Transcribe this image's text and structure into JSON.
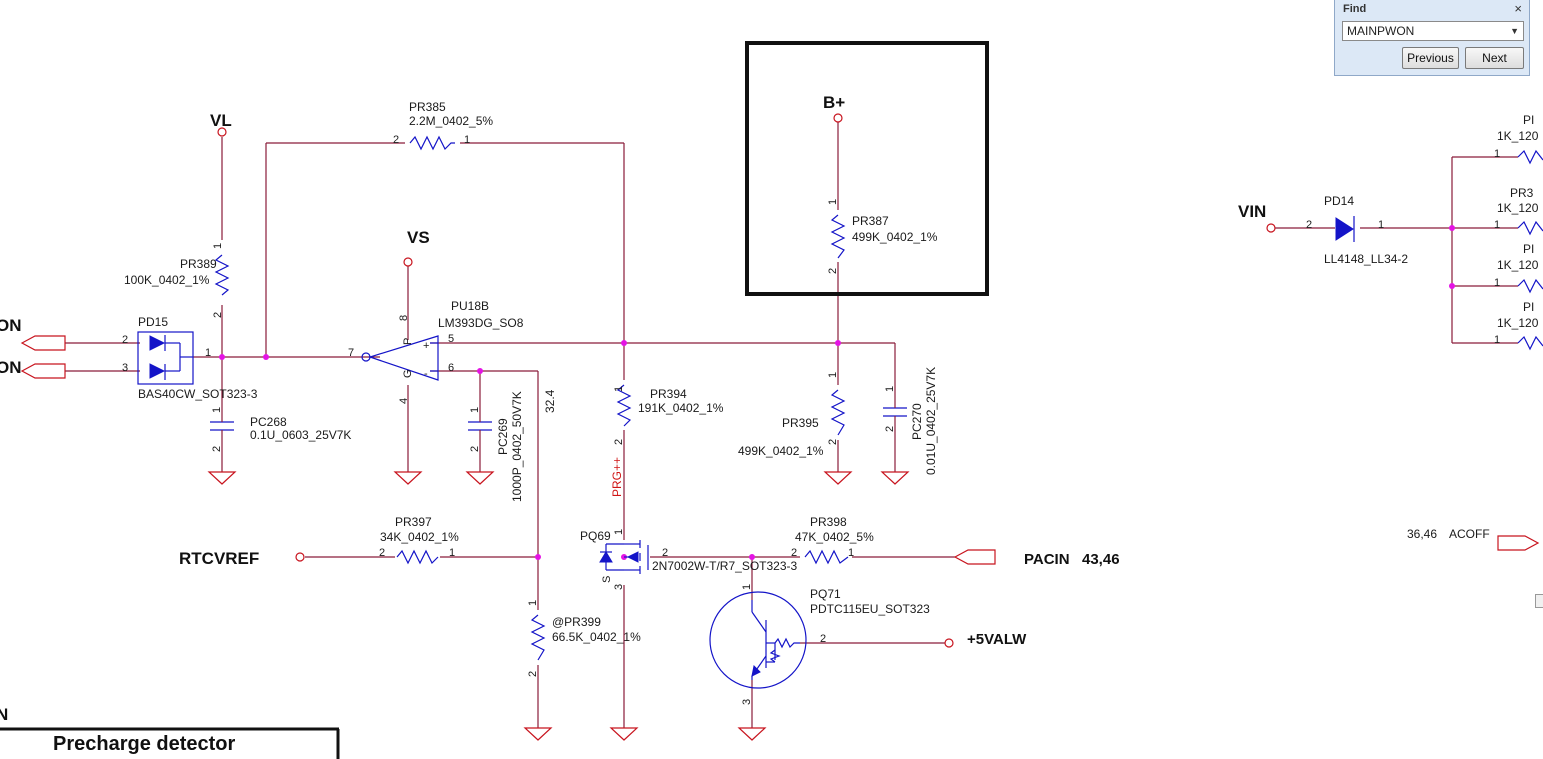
{
  "find": {
    "title": "Find",
    "close": "×",
    "query": "MAINPWON",
    "previous": "Previous",
    "next": "Next"
  },
  "nets": {
    "vl": "VL",
    "vs": "VS",
    "bplus": "B+",
    "vin": "VIN",
    "rtcvref": "RTCVREF",
    "pacin": "PACIN",
    "pacin_ref": "43,46",
    "valw": "+5VALW",
    "acoff": "ACOFF",
    "acoff_ref": "36,46",
    "left_net1": "ON",
    "left_net2": "ON",
    "left_net3": "N",
    "prg": "PRG++",
    "node_32": "32.4"
  },
  "title_block": {
    "label": "Precharge detector"
  },
  "parts": {
    "pr385": {
      "ref": "PR385",
      "value": "2.2M_0402_5%"
    },
    "pr387": {
      "ref": "PR387",
      "value": "499K_0402_1%"
    },
    "pr389": {
      "ref": "PR389",
      "value": "100K_0402_1%"
    },
    "pd15": {
      "ref": "PD15",
      "value": "BAS40CW_SOT323-3"
    },
    "pc268": {
      "ref": "PC268",
      "value": "0.1U_0603_25V7K"
    },
    "pu18b": {
      "ref": "PU18B",
      "value": "LM393DG_SO8"
    },
    "pc269": {
      "ref": "PC269",
      "value": "1000P_0402_50V7K"
    },
    "pr394": {
      "ref": "PR394",
      "value": "191K_0402_1%"
    },
    "pr395": {
      "ref": "PR395",
      "value": "499K_0402_1%"
    },
    "pc270": {
      "ref": "PC270",
      "value": "0.01U_0402_25V7K"
    },
    "pd14": {
      "ref": "PD14",
      "value": "LL4148_LL34-2"
    },
    "pr_right": {
      "ref": "PI",
      "ref2": "PR3",
      "value": "1K_120"
    },
    "pr397": {
      "ref": "PR397",
      "value": "34K_0402_1%"
    },
    "pq69": {
      "ref": "PQ69",
      "value": "2N7002W-T/R7_SOT323-3"
    },
    "pr398": {
      "ref": "PR398",
      "value": "47K_0402_5%"
    },
    "pr399": {
      "ref": "@PR399",
      "value": "66.5K_0402_1%"
    },
    "pq71": {
      "ref": "PQ71",
      "value": "PDTC115EU_SOT323"
    }
  },
  "pins": {
    "p1": "1",
    "p2": "2",
    "p3": "3",
    "p4": "4",
    "p5": "5",
    "p6": "6",
    "p7": "7",
    "p8": "8",
    "plus": "+",
    "minus": "-",
    "g": "G",
    "s": "S",
    "p": "P"
  }
}
